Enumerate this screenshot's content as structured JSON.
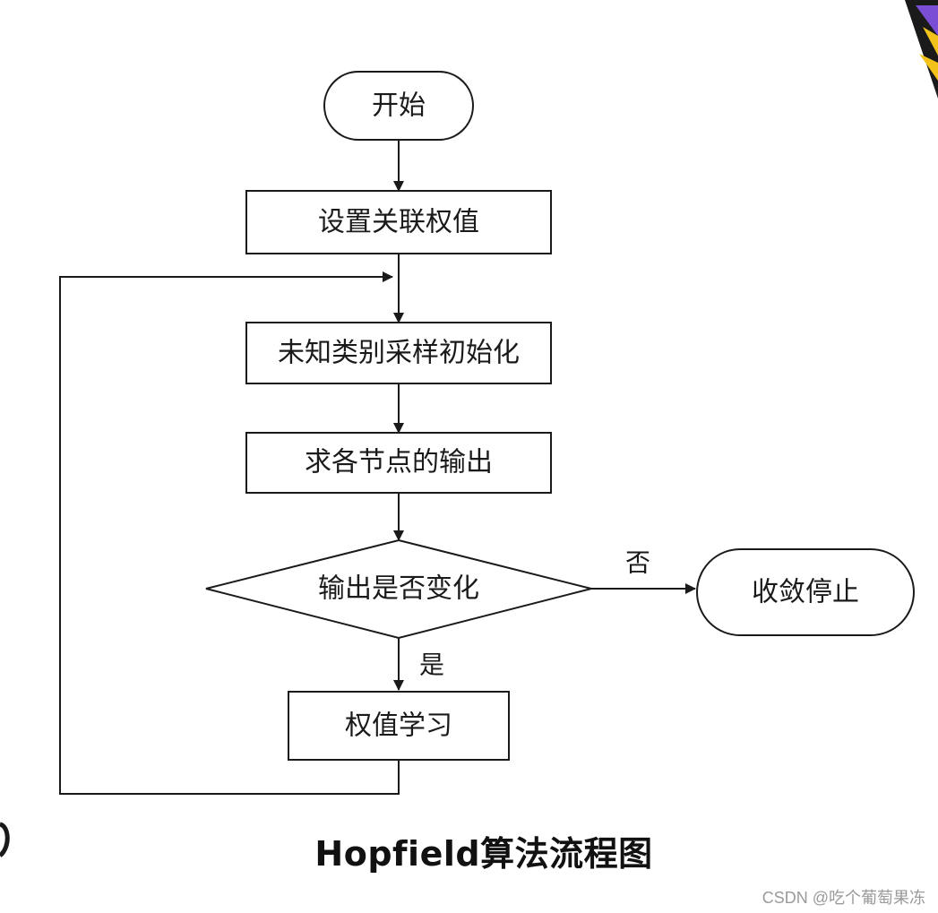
{
  "nodes": {
    "start": "开始",
    "set_weights": "设置关联权值",
    "init_sample": "未知类别采样初始化",
    "compute_output": "求各节点的输出",
    "decision": "输出是否变化",
    "converge": "收敛停止",
    "learn_weights": "权值学习"
  },
  "edges": {
    "no_label": "否",
    "yes_label": "是"
  },
  "caption": "Hopfield算法流程图",
  "watermark": "CSDN @吃个葡萄果冻"
}
